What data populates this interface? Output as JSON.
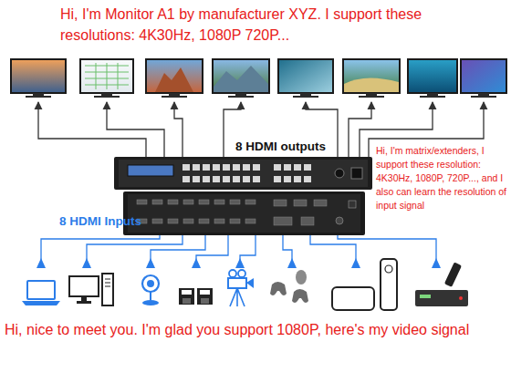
{
  "diagram": {
    "nodes": [
      {
        "text": [
          "8 HDMI outputs",
          "8 HDMI Inputs"
        ]
      }
    ],
    "labels": [
      "Hi, I'm Monitor A1 by manufacturer XYZ. I support these resolutions: 4K30Hz, 1080P 720P...",
      "Hi, I'm matrix/extenders, I support these resolution: 4K30Hz, 1080P, 720P..., and I also can learn the resolution of input signal",
      "Hi, nice to meet you. I'm glad you support 1080P, here's my video signal"
    ]
  }
}
